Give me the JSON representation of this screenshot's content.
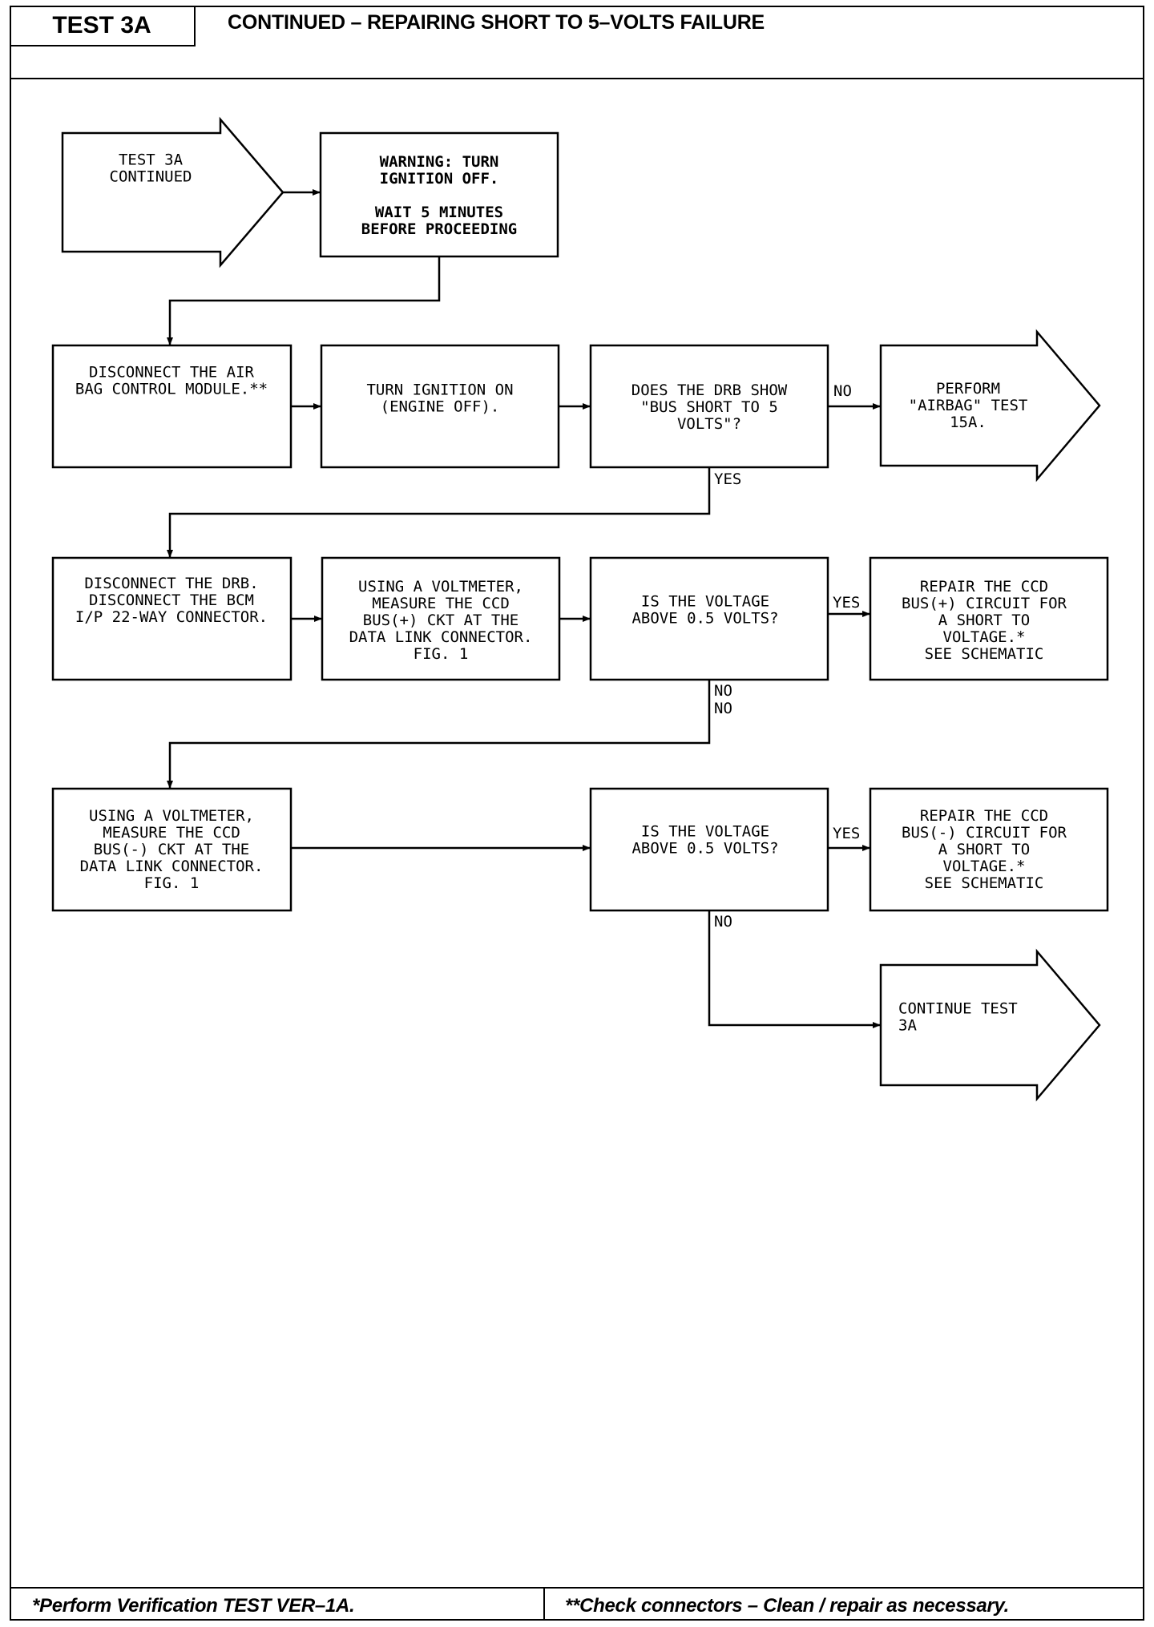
{
  "header": {
    "test_label": "TEST 3A",
    "title": "CONTINUED – REPAIRING SHORT TO 5–VOLTS FAILURE"
  },
  "flowchart": {
    "start_arrow": [
      "TEST 3A",
      "CONTINUED"
    ],
    "warning": [
      "WARNING: TURN",
      "IGNITION OFF.",
      "",
      "WAIT 5 MINUTES",
      "BEFORE PROCEEDING"
    ],
    "disconnect_module": [
      "DISCONNECT THE AIR",
      "BAG CONTROL MODULE.**"
    ],
    "ignition_on": [
      "TURN IGNITION ON",
      "(ENGINE OFF)."
    ],
    "decision_bus_short": [
      "DOES THE DRB SHOW",
      "\"BUS SHORT TO 5",
      "VOLTS\"?"
    ],
    "perform_airbag": [
      "PERFORM",
      "\"AIRBAG\" TEST",
      "15A."
    ],
    "disconnect_drb": [
      "DISCONNECT THE DRB.",
      "DISCONNECT THE BCM",
      "I/P 22-WAY CONNECTOR."
    ],
    "measure_plus": [
      "USING A VOLTMETER,",
      "MEASURE THE CCD",
      "BUS(+) CKT AT THE",
      "DATA LINK CONNECTOR.",
      "FIG. 1"
    ],
    "decision_voltage_1": [
      "IS THE VOLTAGE",
      "ABOVE 0.5 VOLTS?"
    ],
    "repair_plus": [
      "REPAIR THE CCD",
      "BUS(+) CIRCUIT FOR",
      "A SHORT TO",
      "VOLTAGE.*",
      "SEE SCHEMATIC"
    ],
    "measure_minus": [
      "USING A VOLTMETER,",
      "MEASURE THE CCD",
      "BUS(-) CKT AT THE",
      "DATA LINK CONNECTOR.",
      "FIG. 1"
    ],
    "decision_voltage_2": [
      "IS THE VOLTAGE",
      "ABOVE 0.5 VOLTS?"
    ],
    "repair_minus": [
      "REPAIR THE CCD",
      "BUS(-) CIRCUIT FOR",
      "A SHORT TO",
      "VOLTAGE.*",
      "SEE SCHEMATIC"
    ],
    "continue_arrow": [
      "CONTINUE TEST",
      "3A"
    ],
    "labels": {
      "no_1": "NO",
      "yes_1": "YES",
      "yes_2": "YES",
      "no_2a": "NO",
      "no_2b": "NO",
      "yes_3": "YES",
      "no_3": "NO"
    }
  },
  "footer": {
    "left": "*Perform Verification TEST VER–1A.",
    "right": "**Check connectors – Clean / repair as necessary."
  }
}
